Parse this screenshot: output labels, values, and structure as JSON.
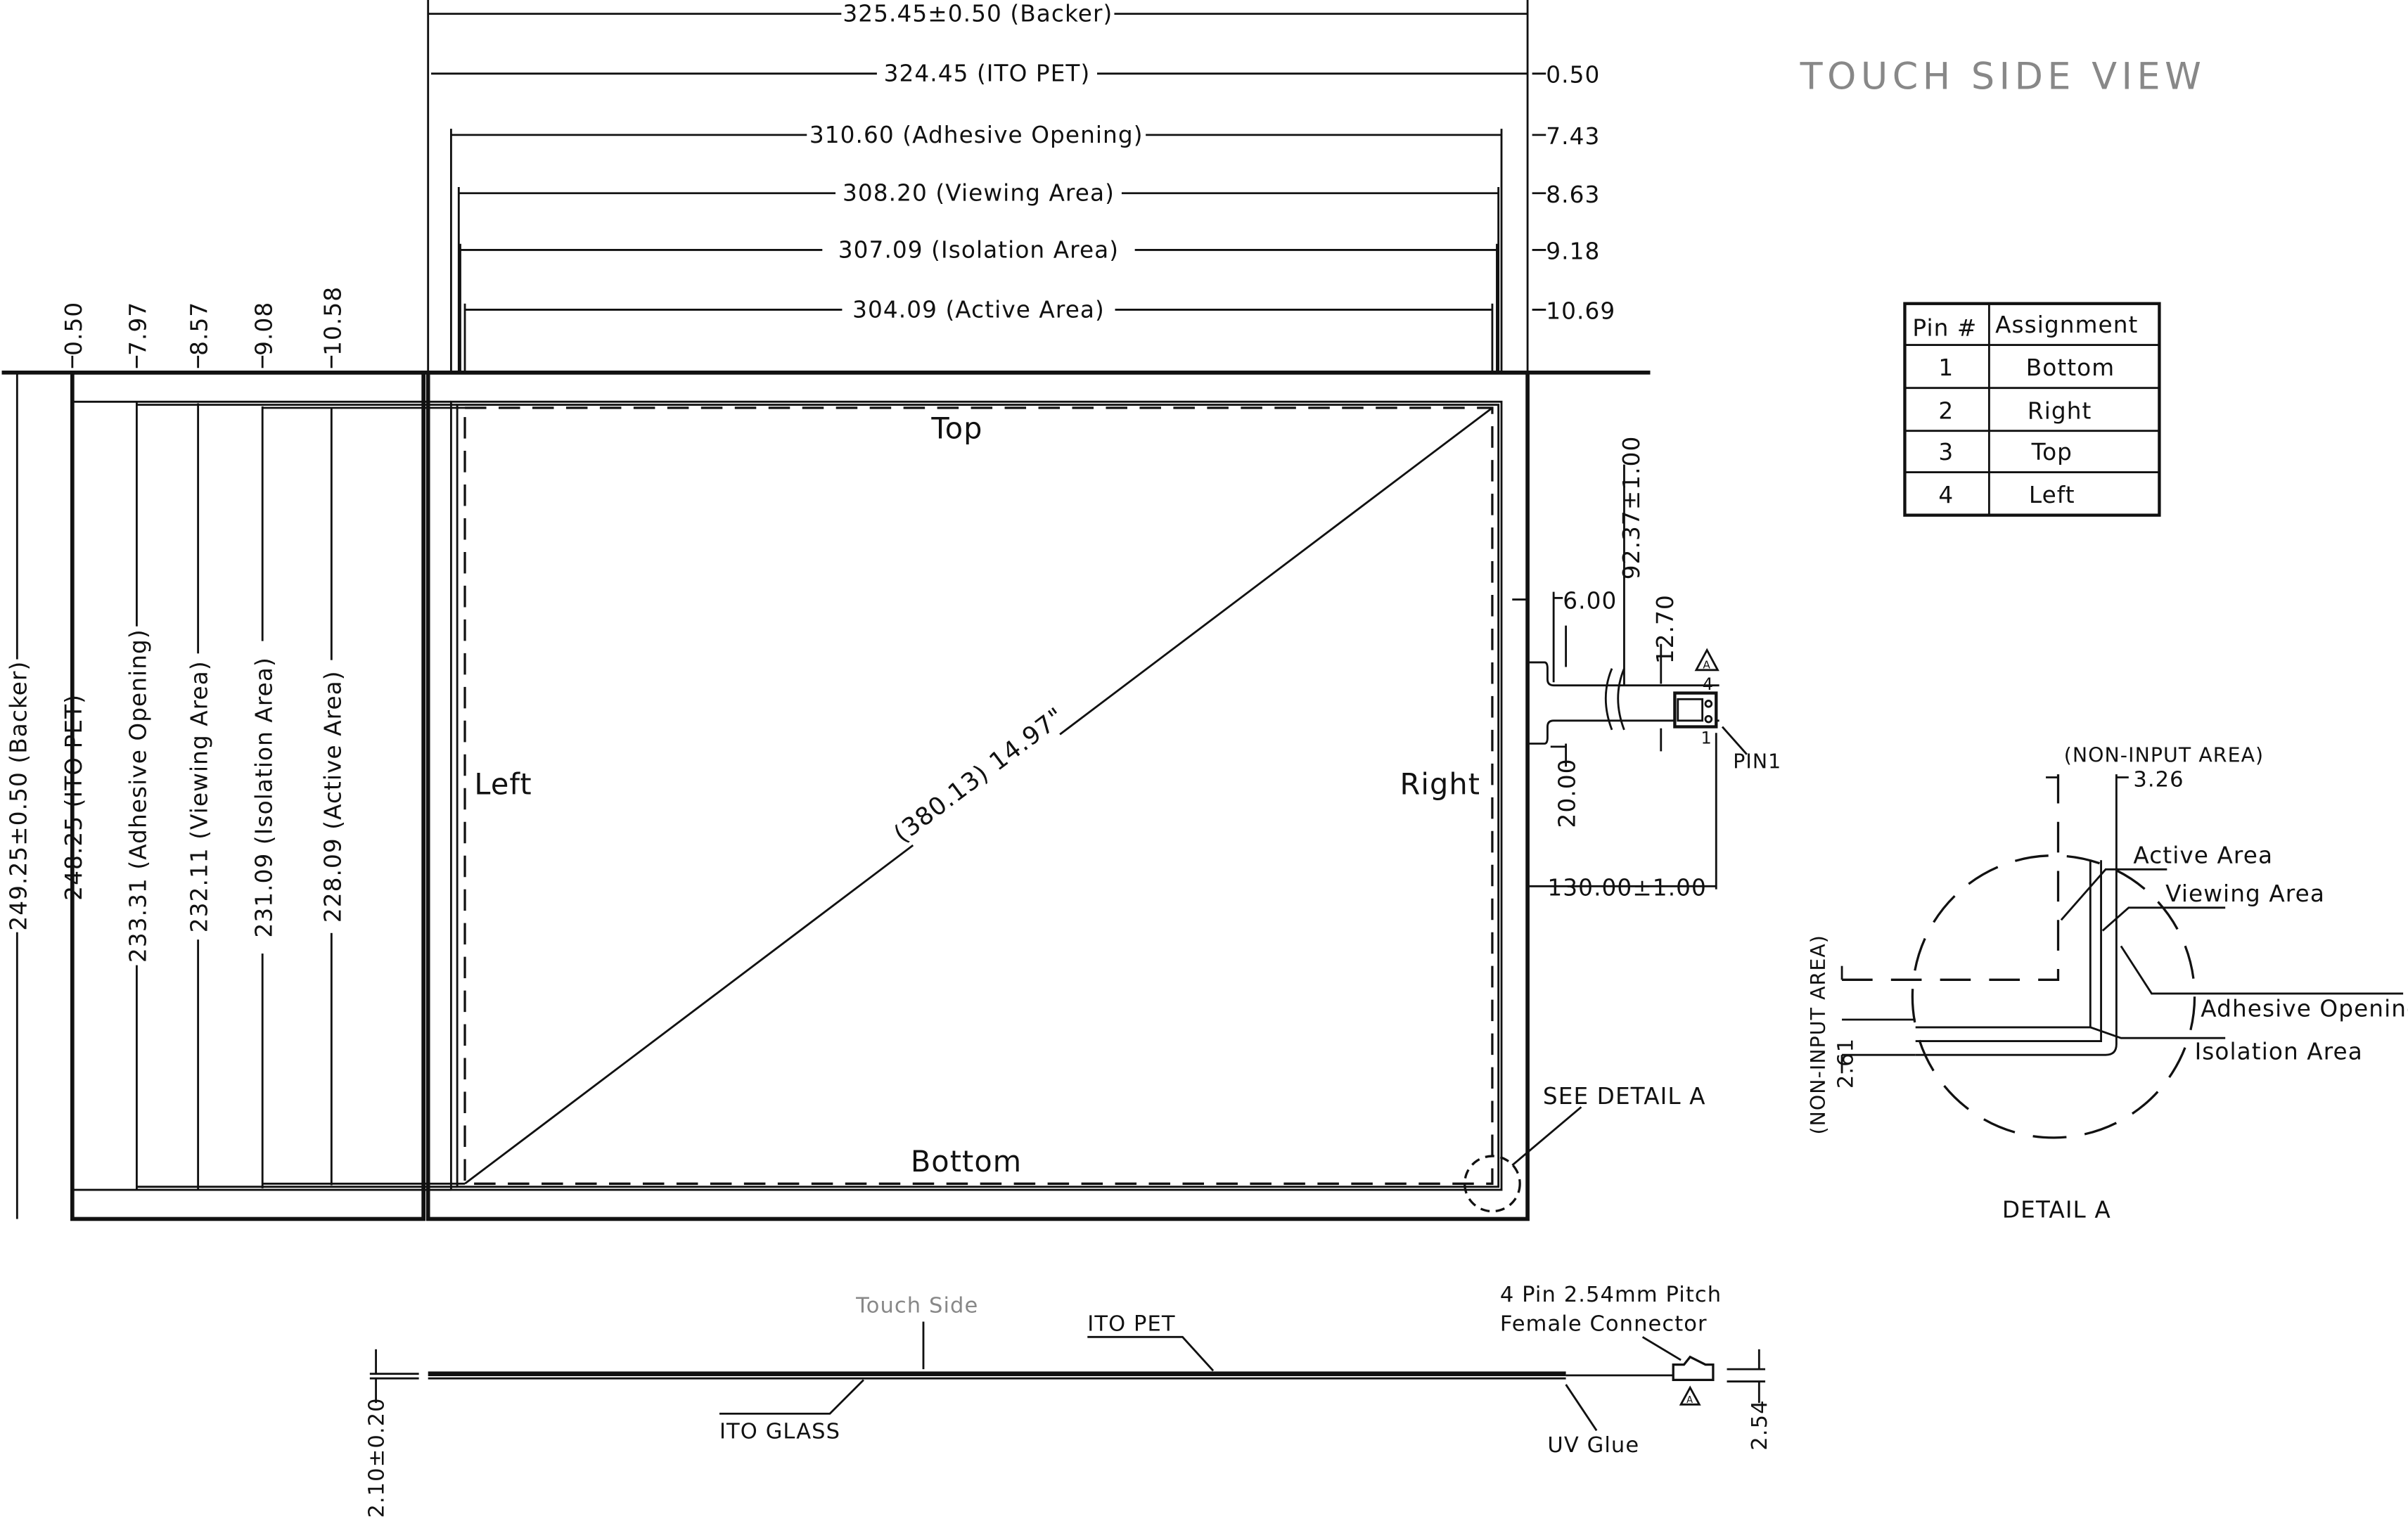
{
  "title": "TOUCH SIDE VIEW",
  "top_dims": [
    {
      "label": "325.45±0.50 (Backer)",
      "offset": ""
    },
    {
      "label": "324.45 (ITO PET)",
      "offset": "0.50"
    },
    {
      "label": "310.60 (Adhesive Opening)",
      "offset": "7.43"
    },
    {
      "label": "308.20 (Viewing Area)",
      "offset": "8.63"
    },
    {
      "label": "307.09 (Isolation Area)",
      "offset": "9.18"
    },
    {
      "label": "304.09 (Active Area)",
      "offset": "10.69"
    }
  ],
  "left_dims": [
    {
      "label": "249.25±0.50 (Backer)",
      "offset": ""
    },
    {
      "label": "248.25 (ITO PET)",
      "offset": "0.50"
    },
    {
      "label": "233.31 (Adhesive Opening)",
      "offset": "7.97"
    },
    {
      "label": "232.11 (Viewing Area)",
      "offset": "8.57"
    },
    {
      "label": "231.09 (Isolation Area)",
      "offset": "9.08"
    },
    {
      "label": "228.09 (Active Area)",
      "offset": "10.58"
    }
  ],
  "panel": {
    "top": "Top",
    "bottom": "Bottom",
    "left": "Left",
    "right": "Right",
    "diagonal": "(380.13) 14.97\"",
    "see_detail": "SEE DETAIL A"
  },
  "tail": {
    "d_92": "92.37±1.00",
    "d_6": "6.00",
    "d_12": "12.70",
    "d_20": "20.00",
    "d_130": "130.00±1.00",
    "pin4": "4",
    "pin1": "1",
    "pin1_label": "PIN1",
    "marker": "A"
  },
  "pin_table": {
    "headers": [
      "Pin #",
      "Assignment"
    ],
    "rows": [
      [
        "1",
        "Bottom"
      ],
      [
        "2",
        "Right"
      ],
      [
        "3",
        "Top"
      ],
      [
        "4",
        "Left"
      ]
    ]
  },
  "detail": {
    "title": "DETAIL A",
    "non_input_top": "(NON-INPUT AREA)",
    "d_326": "3.26",
    "non_input_left": "(NON-INPUT AREA)",
    "d_261": "2.61",
    "labels": [
      "Active Area",
      "Viewing Area",
      "Adhesive Opening",
      "Isolation Area"
    ]
  },
  "side_view": {
    "touch_side": "Touch Side",
    "ito_pet": "ITO PET",
    "ito_glass": "ITO GLASS",
    "uv_glue": "UV Glue",
    "connector_1": "4 Pin 2.54mm Pitch",
    "connector_2": "Female Connector",
    "thickness": "2.10±0.20",
    "pitch": "2.54",
    "marker": "A"
  }
}
